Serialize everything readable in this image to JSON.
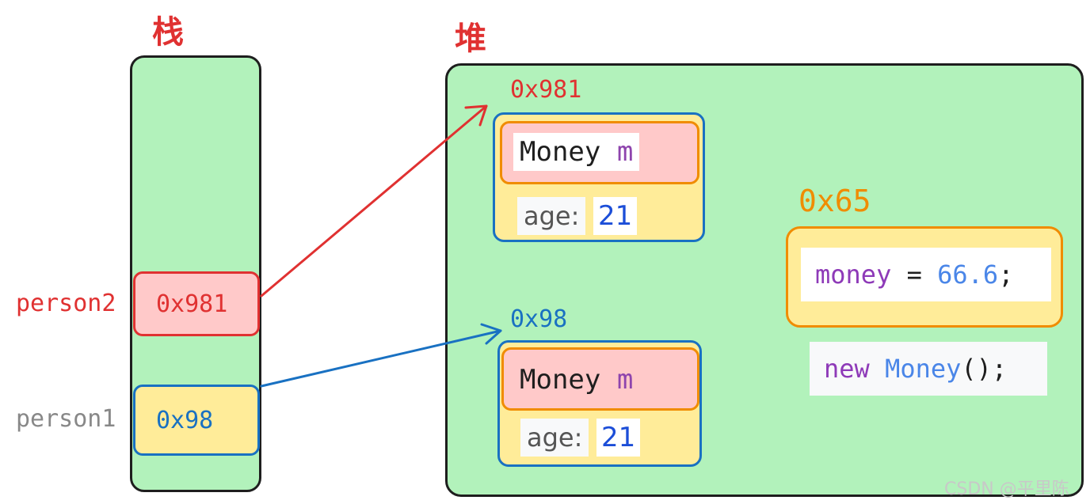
{
  "stack": {
    "title": "栈",
    "person2": {
      "label": "person2",
      "value": "0x981"
    },
    "person1": {
      "label": "person1",
      "value": "0x98"
    }
  },
  "heap": {
    "title": "堆",
    "obj_top": {
      "address": "0x981",
      "field_type": "Money",
      "field_name": "m",
      "age_label": "age:",
      "age_value": "21"
    },
    "obj_bottom": {
      "address": "0x98",
      "field_type": "Money",
      "field_name": "m",
      "age_label": "age:",
      "age_value": "21"
    },
    "money_obj": {
      "address": "0x65",
      "field_name": "money",
      "eq": "=",
      "value": "66.6",
      "semicolon": ";"
    },
    "new_expr": {
      "keyword": "new",
      "class_name": "Money",
      "parens": "();"
    }
  },
  "watermark": "CSDN @平里陈",
  "colors": {
    "panel_green": "#b2f2bb",
    "red": "#e03131",
    "blue": "#1971c2",
    "orange": "#f08c00",
    "yellow": "#ffec99",
    "pink": "#ffc9c9"
  }
}
